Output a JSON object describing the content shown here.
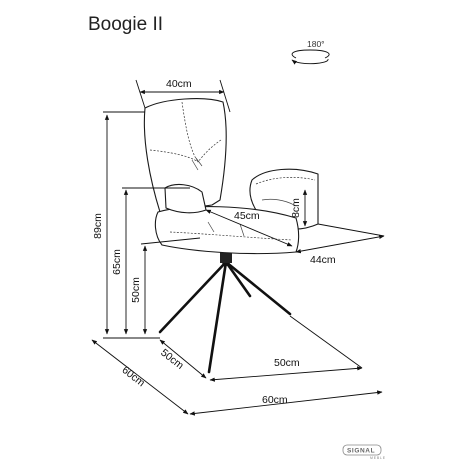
{
  "title": "Boogie II",
  "rotation": {
    "label": "180°"
  },
  "dimensions": {
    "backrest_width": "40cm",
    "total_height": "89cm",
    "armrest_height": "65cm",
    "seat_height": "50cm",
    "seat_depth": "45cm",
    "armrest_thickness": "8cm",
    "seat_width": "44cm",
    "base_depth": "50cm",
    "base_width": "50cm",
    "depth": "60cm",
    "width": "60cm"
  },
  "logo": {
    "brand": "SIGNAL",
    "sub": "MEBLE"
  }
}
